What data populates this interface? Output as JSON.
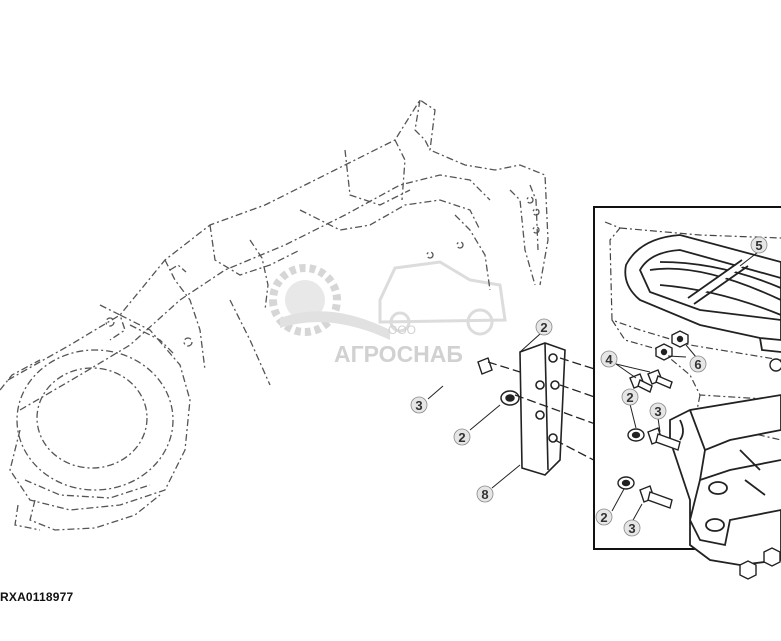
{
  "figure_id": "RXA0118977",
  "watermark": {
    "small": "ООО",
    "name": "АГРОСНАБ"
  },
  "callouts": [
    {
      "id": "c2a",
      "text": "2"
    },
    {
      "id": "c3a",
      "text": "3"
    },
    {
      "id": "c2b",
      "text": "2"
    },
    {
      "id": "c8",
      "text": "8"
    },
    {
      "id": "c5",
      "text": "5"
    },
    {
      "id": "c6",
      "text": "6"
    },
    {
      "id": "c4",
      "text": "4"
    },
    {
      "id": "c2c",
      "text": "2"
    },
    {
      "id": "c3b",
      "text": "3"
    },
    {
      "id": "c2d",
      "text": "2"
    },
    {
      "id": "c3c",
      "text": "3"
    }
  ]
}
